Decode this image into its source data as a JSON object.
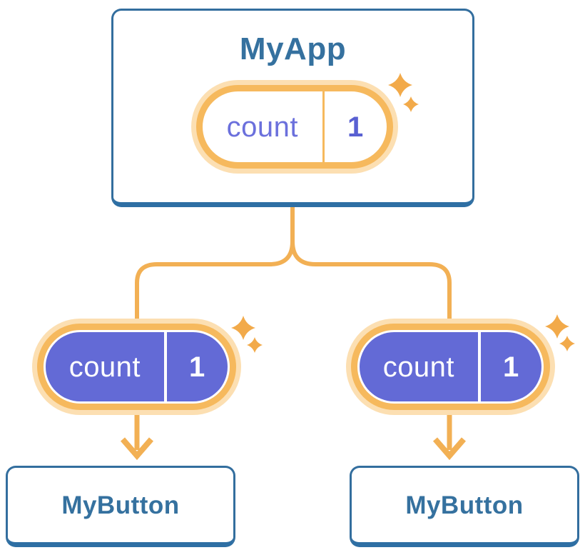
{
  "diagram": {
    "description": "React parent-child state diagram: MyApp passes count state down to two MyButton children",
    "root": {
      "title": "MyApp",
      "state": {
        "label": "count",
        "value": "1"
      }
    },
    "children": [
      {
        "title": "MyButton",
        "state": {
          "label": "count",
          "value": "1"
        }
      },
      {
        "title": "MyButton",
        "state": {
          "label": "count",
          "value": "1"
        }
      }
    ]
  },
  "icons": {
    "sparkle": "sparkle-icon",
    "arrow": "arrow-down-icon"
  },
  "colors": {
    "card_border_blue": "#336E9E",
    "card_bottom_blue": "#2E6FA4",
    "title_text_blue": "#35719F",
    "state_purple": "#636AD6",
    "state_text_purple": "#6B70DC",
    "state_value_purple": "#5960D2",
    "orange": "#F2B054",
    "orange_ring": "#F6B95D",
    "orange_light": "#FCDFB2",
    "sparkle_orange": "#F2AA4A",
    "background": "#FFFFFF"
  }
}
